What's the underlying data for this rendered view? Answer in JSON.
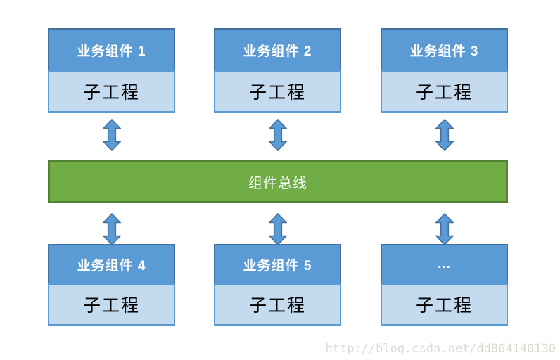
{
  "colors": {
    "header_fill": "#5B9BD5",
    "header_border": "#41719C",
    "body_fill": "#C3DAEF",
    "body_border": "#5B9BD5",
    "bus_fill": "#70AD47",
    "bus_border": "#538135",
    "arrow_fill": "#5B9BD5",
    "arrow_border": "#41719C",
    "watermark_color": "#DCD9D1"
  },
  "bus": {
    "label": "组件总线"
  },
  "top_row": [
    {
      "title": "业务组件 1",
      "body": "子工程"
    },
    {
      "title": "业务组件 2",
      "body": "子工程"
    },
    {
      "title": "业务组件 3",
      "body": "子工程"
    }
  ],
  "bottom_row": [
    {
      "title": "业务组件 4",
      "body": "子工程"
    },
    {
      "title": "业务组件 5",
      "body": "子工程"
    },
    {
      "title": "...",
      "body": "子工程"
    }
  ],
  "watermark": "http://blog.csdn.net/dd864140130"
}
